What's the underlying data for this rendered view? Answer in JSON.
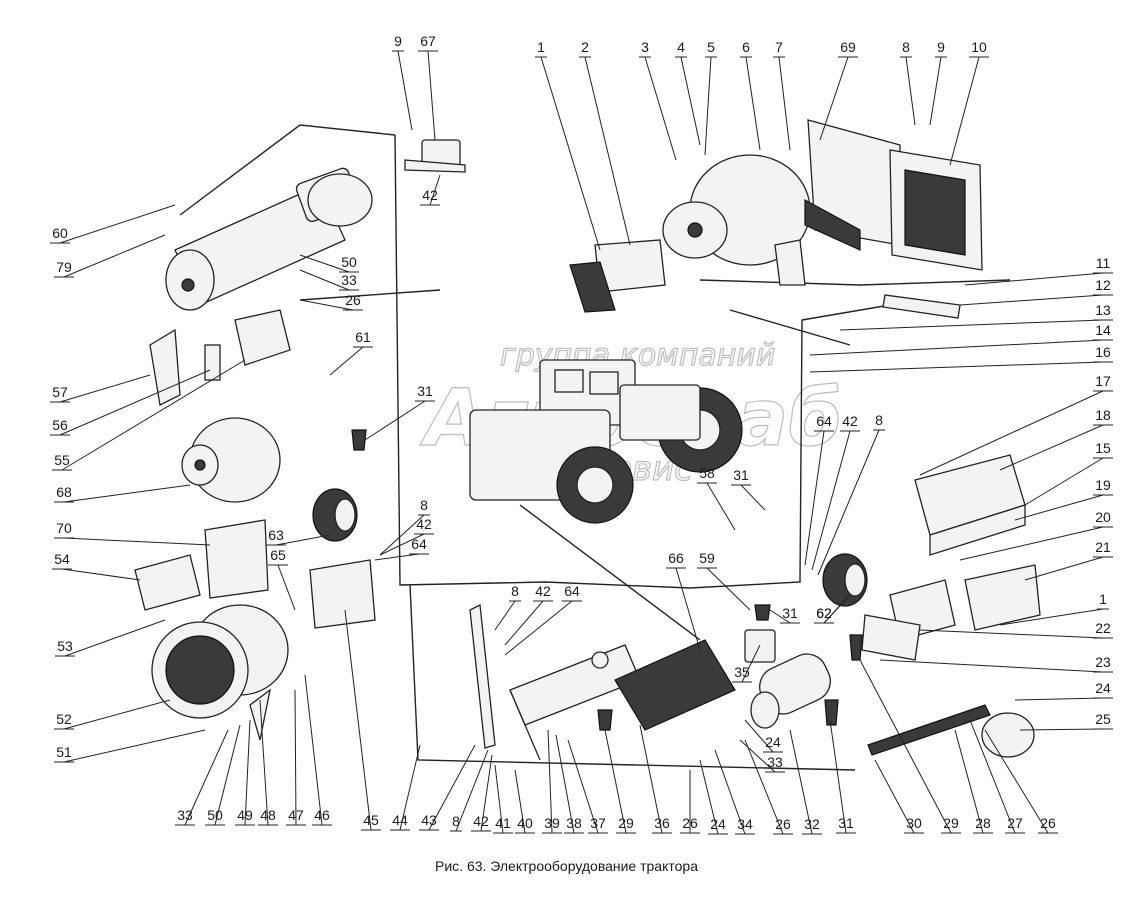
{
  "caption": "Рис. 63. Электрооборудование трактора",
  "watermark": {
    "line1": "группа компаний",
    "line2": "Агроснаб",
    "line3": "техсервис"
  },
  "callouts": [
    {
      "n": "1"
    },
    {
      "n": "2"
    },
    {
      "n": "3"
    },
    {
      "n": "4"
    },
    {
      "n": "5"
    },
    {
      "n": "6"
    },
    {
      "n": "7"
    },
    {
      "n": "69"
    },
    {
      "n": "8"
    },
    {
      "n": "9"
    },
    {
      "n": "10"
    },
    {
      "n": "9"
    },
    {
      "n": "67"
    },
    {
      "n": "42"
    },
    {
      "n": "60"
    },
    {
      "n": "79"
    },
    {
      "n": "50"
    },
    {
      "n": "33"
    },
    {
      "n": "26"
    },
    {
      "n": "61"
    },
    {
      "n": "57"
    },
    {
      "n": "56"
    },
    {
      "n": "55"
    },
    {
      "n": "68"
    },
    {
      "n": "31"
    },
    {
      "n": "11"
    },
    {
      "n": "12"
    },
    {
      "n": "13"
    },
    {
      "n": "14"
    },
    {
      "n": "16"
    },
    {
      "n": "17"
    },
    {
      "n": "18"
    },
    {
      "n": "15"
    },
    {
      "n": "19"
    },
    {
      "n": "20"
    },
    {
      "n": "21"
    },
    {
      "n": "1"
    },
    {
      "n": "22"
    },
    {
      "n": "23"
    },
    {
      "n": "24"
    },
    {
      "n": "25"
    },
    {
      "n": "64"
    },
    {
      "n": "42"
    },
    {
      "n": "8"
    },
    {
      "n": "58"
    },
    {
      "n": "31"
    },
    {
      "n": "62"
    },
    {
      "n": "8"
    },
    {
      "n": "42"
    },
    {
      "n": "64"
    },
    {
      "n": "70"
    },
    {
      "n": "63"
    },
    {
      "n": "54"
    },
    {
      "n": "65"
    },
    {
      "n": "53"
    },
    {
      "n": "52"
    },
    {
      "n": "51"
    },
    {
      "n": "66"
    },
    {
      "n": "59"
    },
    {
      "n": "31"
    },
    {
      "n": "62"
    },
    {
      "n": "35"
    },
    {
      "n": "24"
    },
    {
      "n": "33"
    },
    {
      "n": "8"
    },
    {
      "n": "42"
    },
    {
      "n": "64"
    },
    {
      "n": "33"
    },
    {
      "n": "50"
    },
    {
      "n": "49"
    },
    {
      "n": "48"
    },
    {
      "n": "47"
    },
    {
      "n": "46"
    },
    {
      "n": "45"
    },
    {
      "n": "44"
    },
    {
      "n": "43"
    },
    {
      "n": "8"
    },
    {
      "n": "42"
    },
    {
      "n": "41"
    },
    {
      "n": "40"
    },
    {
      "n": "39"
    },
    {
      "n": "38"
    },
    {
      "n": "37"
    },
    {
      "n": "29"
    },
    {
      "n": "36"
    },
    {
      "n": "26"
    },
    {
      "n": "24"
    },
    {
      "n": "34"
    },
    {
      "n": "26"
    },
    {
      "n": "32"
    },
    {
      "n": "31"
    },
    {
      "n": "30"
    },
    {
      "n": "29"
    },
    {
      "n": "28"
    },
    {
      "n": "27"
    },
    {
      "n": "26"
    }
  ]
}
